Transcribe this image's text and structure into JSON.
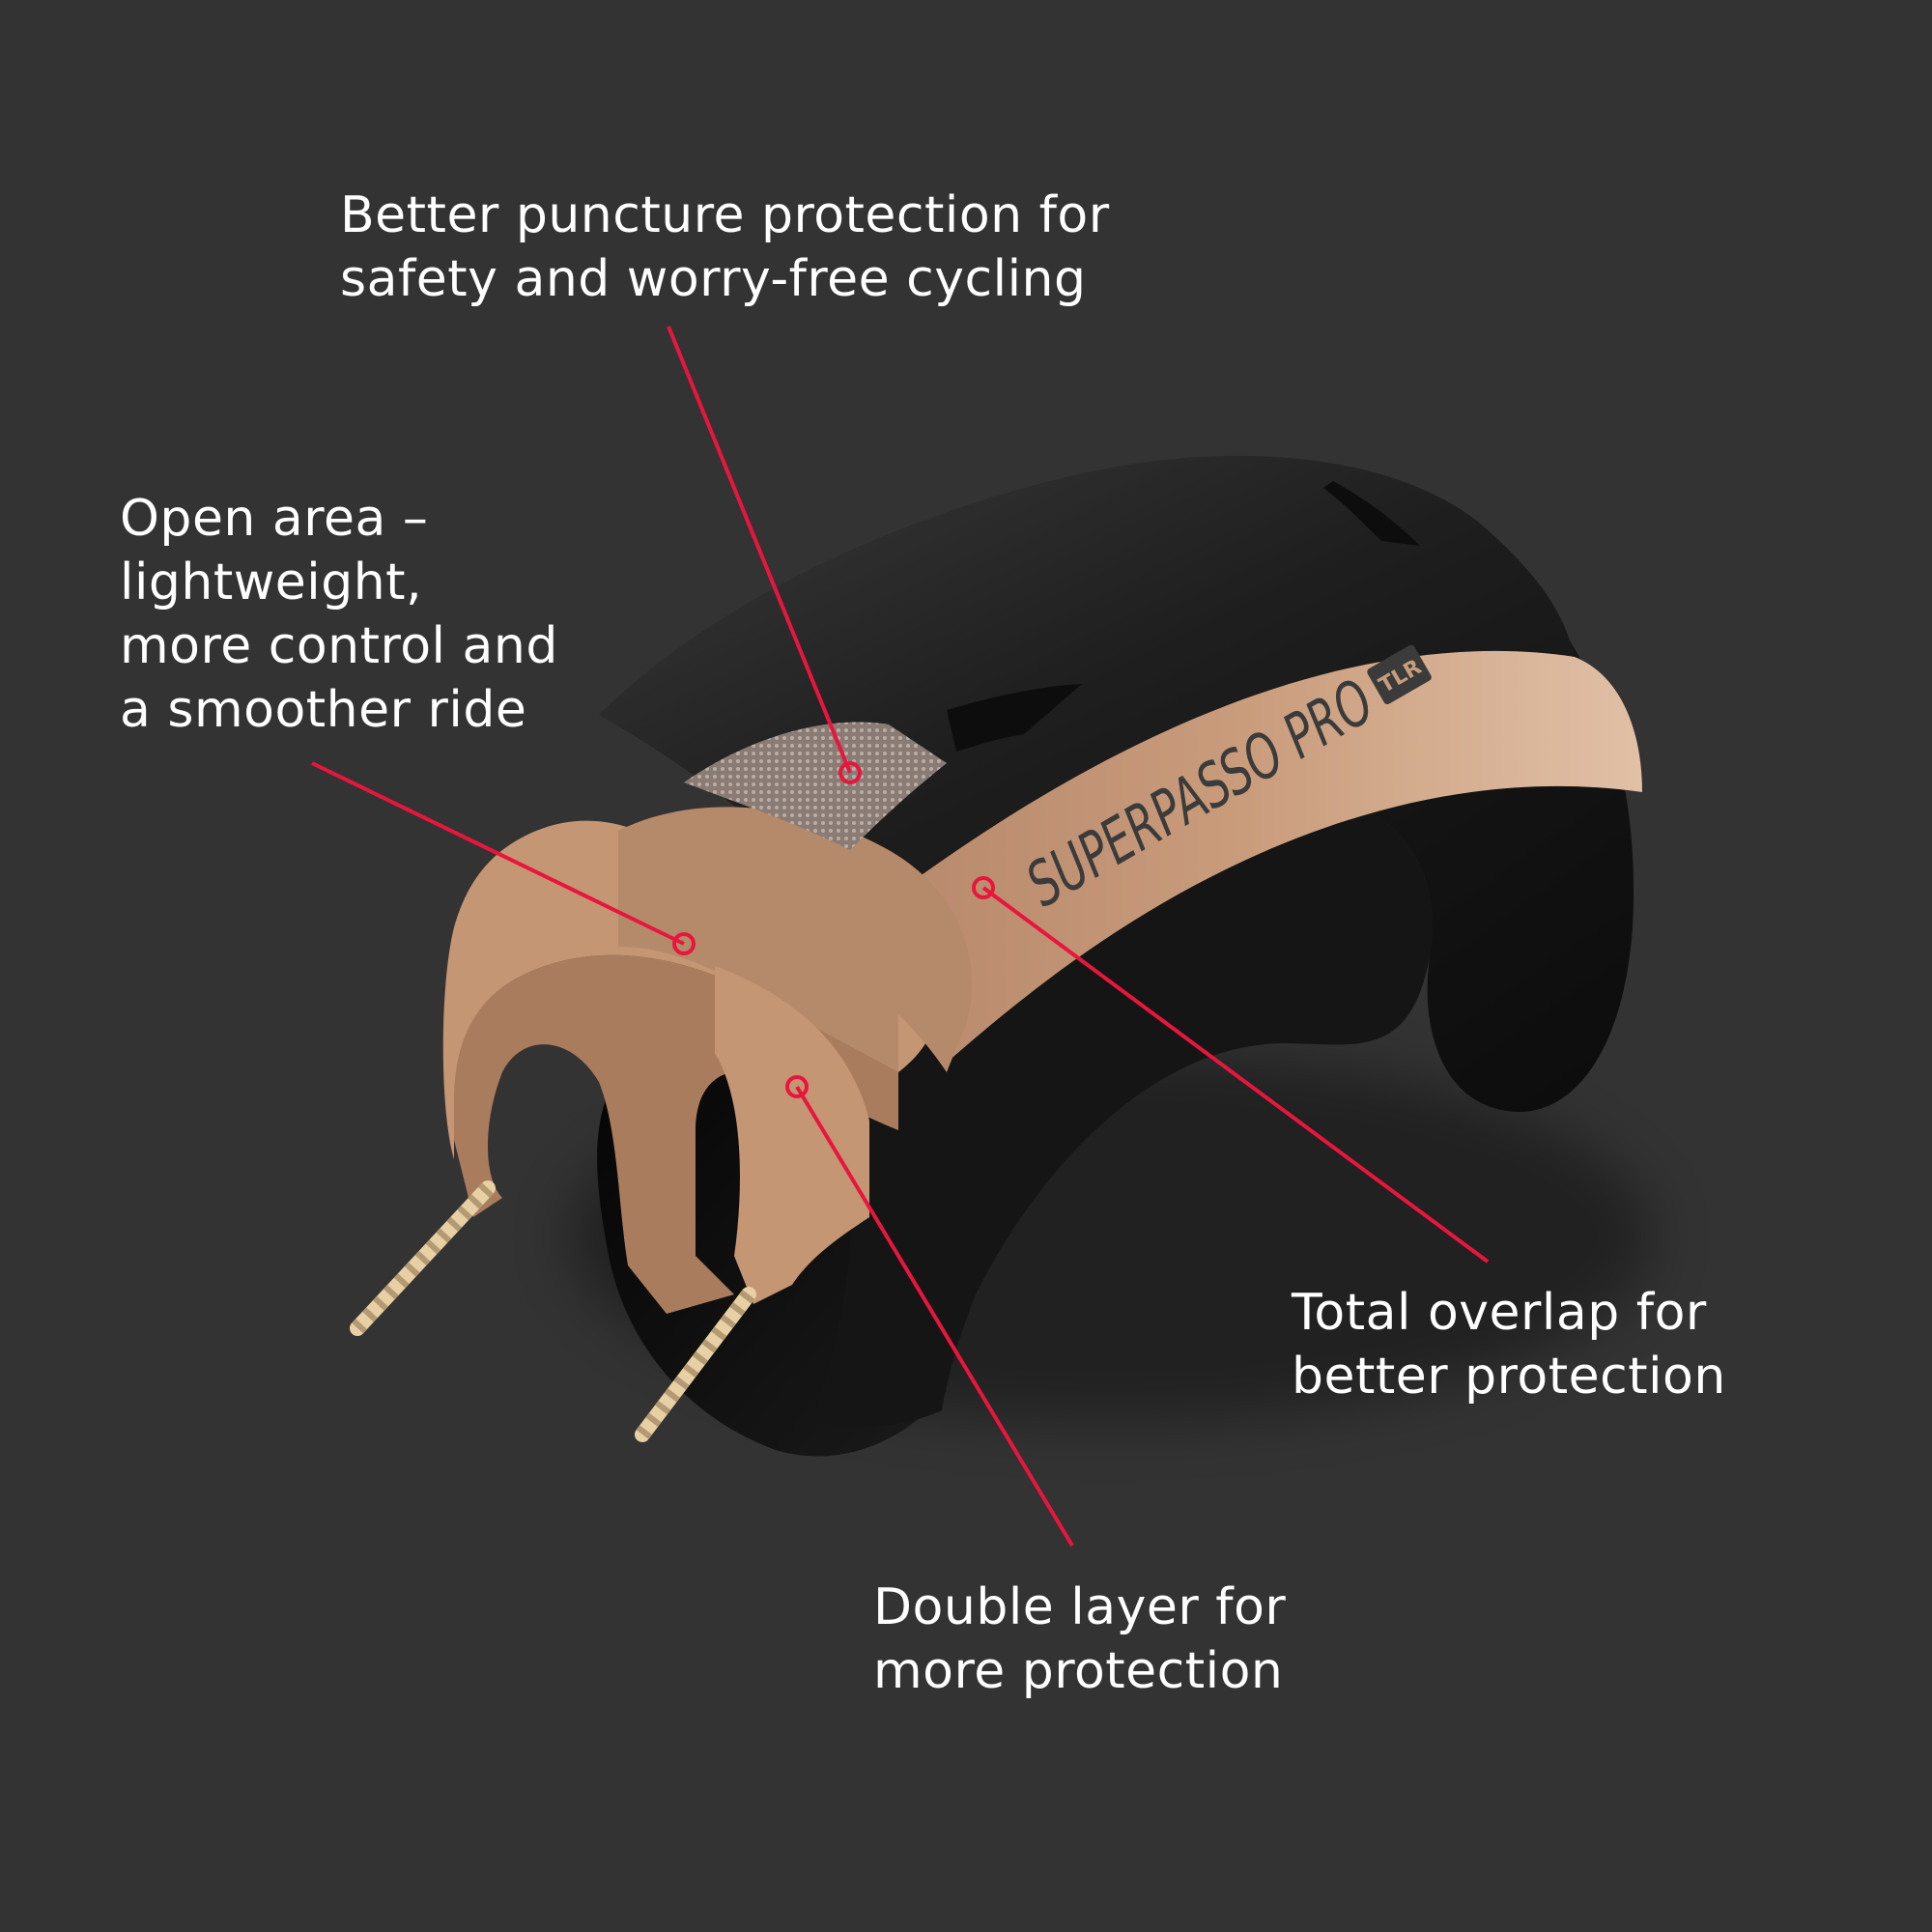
{
  "colors": {
    "background": "#333333",
    "text": "#ffffff",
    "leader": "#e8163c",
    "tread": "#1c1c1c",
    "casing": "#c49673",
    "casing_inner": "#a97c5d",
    "bead": "#e8cfa4",
    "puncture_mesh": "#9c8f88"
  },
  "icons": [
    "tire-cross-section-illustration",
    "leader-line",
    "callout-marker-ring"
  ],
  "tire": {
    "brand_text": "SUPERPASSO PRO",
    "badge_text": "TLR"
  },
  "callouts": {
    "puncture": {
      "line1": "Better puncture protection for",
      "line2": "safety and worry-free cycling"
    },
    "open_area": {
      "line1": "Open area –",
      "line2": "lightweight,",
      "line3": "more control and",
      "line4": "a smoother ride"
    },
    "overlap": {
      "line1": "Total overlap for",
      "line2": "better protection"
    },
    "double_layer": {
      "line1": "Double layer for",
      "line2": "more protection"
    }
  }
}
